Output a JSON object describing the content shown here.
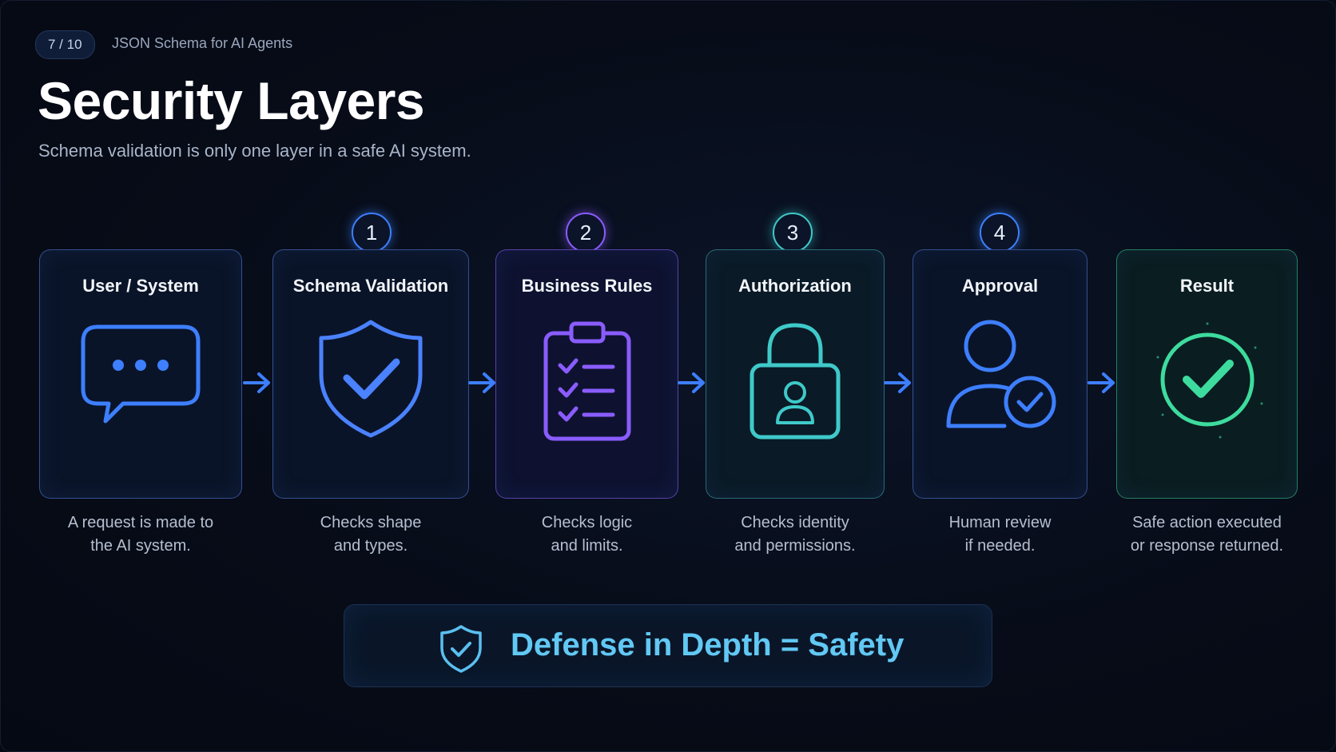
{
  "header": {
    "slide_counter": "7 / 10",
    "deck_title": "JSON Schema for AI Agents",
    "title": "Security Layers",
    "subtitle": "Schema validation is only one layer in a safe AI system."
  },
  "steps": [
    {
      "title": "User / System",
      "desc_line1": "A request is made to",
      "desc_line2": "the AI system.",
      "icon": "chat-bubble-icon",
      "color": "#3d7fff"
    },
    {
      "number": "1",
      "title": "Schema Validation",
      "desc_line1": "Checks shape",
      "desc_line2": "and types.",
      "icon": "shield-check-icon",
      "color": "#4a82ff"
    },
    {
      "number": "2",
      "title": "Business Rules",
      "desc_line1": "Checks logic",
      "desc_line2": "and limits.",
      "icon": "clipboard-checklist-icon",
      "color": "#8a5cff"
    },
    {
      "number": "3",
      "title": "Authorization",
      "desc_line1": "Checks identity",
      "desc_line2": "and permissions.",
      "icon": "lock-user-icon",
      "color": "#3fc9c9"
    },
    {
      "number": "4",
      "title": "Approval",
      "desc_line1": "Human review",
      "desc_line2": "if needed.",
      "icon": "user-check-icon",
      "color": "#3d7fff"
    },
    {
      "title": "Result",
      "desc_line1": "Safe action executed",
      "desc_line2": "or response returned.",
      "icon": "check-circle-icon",
      "color": "#3ddc9e"
    }
  ],
  "banner": {
    "text": "Defense in Depth = Safety",
    "icon": "shield-check-icon"
  }
}
